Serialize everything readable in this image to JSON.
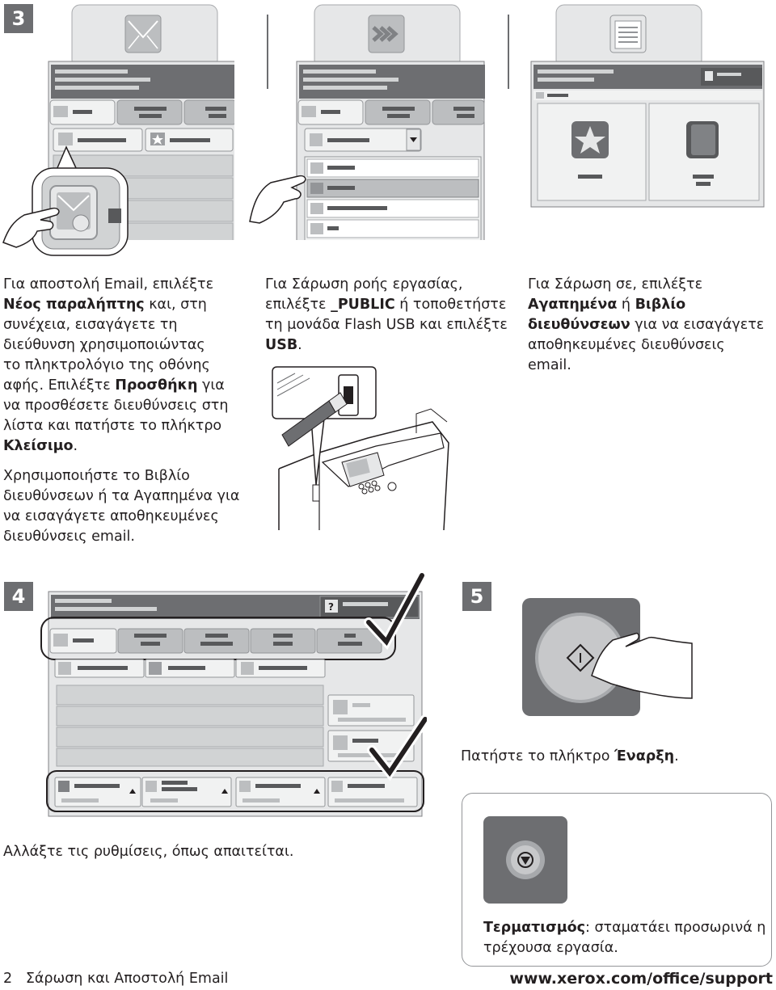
{
  "steps": {
    "s3": "3",
    "s4": "4",
    "s5": "5"
  },
  "col1": {
    "p1_a": "Για αποστολή Email, επιλέξτε",
    "p1_b": "Νέος παραλήπτης",
    "p1_c": " και, στη",
    "p1_d": "συνέχεια, εισαγάγετε τη",
    "p1_e": "διεύθυνση χρησιμοποιώντας",
    "p1_f": "το πληκτρολόγιο της οθόνης",
    "p1_g": "αφής. Επιλέξτε ",
    "p1_h": "Προσθήκη",
    "p1_i": " για",
    "p1_j": "να προσθέσετε διευθύνσεις στη",
    "p1_k": "λίστα και πατήστε το πλήκτρο",
    "p1_l": "Κλείσιμο",
    "p1_m": ".",
    "p2_a": "Χρησιμοποιήστε το Βιβλίο",
    "p2_b": "διευθύνσεων ή τα Αγαπημένα για",
    "p2_c": "να εισαγάγετε αποθηκευμένες",
    "p2_d": "διευθύνσεις email."
  },
  "col2": {
    "l1": "Για Σάρωση ροής εργασίας,",
    "l2_a": "επιλέξτε ",
    "l2_b": "_PUBLIC",
    "l2_c": " ή τοποθετήστε",
    "l3": "τη μονάδα Flash USB και επιλέξτε",
    "l4_a": "USB",
    "l4_b": "."
  },
  "col3": {
    "l1": "Για Σάρωση σε, επιλέξτε",
    "l2_a": "Αγαπημένα",
    "l2_b": " ή ",
    "l2_c": "Βιβλίο",
    "l3_a": "διευθύνσεων",
    "l3_b": " για να εισαγάγετε",
    "l4": "αποθηκευμένες διευθύνσεις",
    "l5": "email."
  },
  "step4": {
    "caption": "Αλλάξτε τις ρυθμίσεις, όπως απαιτείται."
  },
  "step5": {
    "caption_a": "Πατήστε το πλήκτρο ",
    "caption_b": "Έναρξη",
    "caption_c": "."
  },
  "stop_box": {
    "term": "Τερματισμός",
    "desc_a": ": σταματάει προσωρινά η",
    "desc_b": "τρέχουσα εργασία."
  },
  "footer": {
    "page_num": "2",
    "title": "Σάρωση και Αποστολή Email",
    "url": "www.xerox.com/office/support"
  },
  "icons": [
    "email-envelope-icon",
    "workflow-scan-icon",
    "scan-to-document-icon",
    "favorites-star-icon",
    "address-book-icon",
    "usb-drive-icon",
    "start-button-icon",
    "stop-button-icon",
    "hand-pointer-icon",
    "checkmark-icon",
    "lock-icon"
  ],
  "colors": {
    "step_badge": "#6d6e71",
    "text": "#231f20",
    "panel_gray": "#6d6e71",
    "light_gray": "#bcbec0"
  }
}
